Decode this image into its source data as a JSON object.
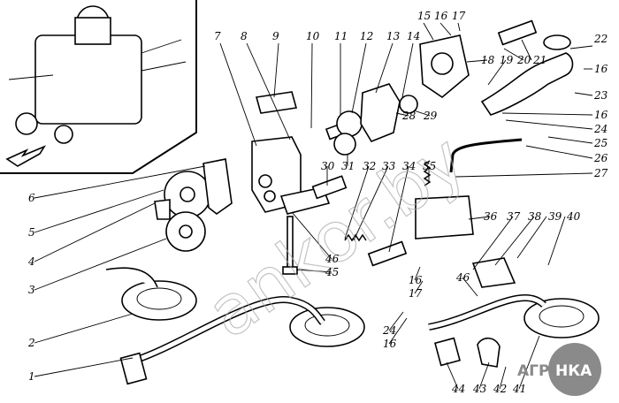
{
  "diagram": {
    "labels": [
      "7",
      "8",
      "9",
      "10",
      "11",
      "12",
      "13",
      "14",
      "15",
      "16",
      "17",
      "18",
      "19",
      "20",
      "21",
      "22",
      "16",
      "23",
      "16",
      "24",
      "25",
      "26",
      "27",
      "28",
      "29",
      "30",
      "31",
      "32",
      "33",
      "34",
      "35",
      "36",
      "37",
      "38",
      "39",
      "40",
      "46",
      "45",
      "16",
      "17",
      "46",
      "24",
      "16",
      "44",
      "43",
      "42",
      "41",
      "1",
      "2",
      "3",
      "4",
      "5",
      "6"
    ],
    "watermark": "ankor.by",
    "logo": {
      "left": "АГРО",
      "right": "НКА",
      "color": "#8a8a8a"
    }
  }
}
